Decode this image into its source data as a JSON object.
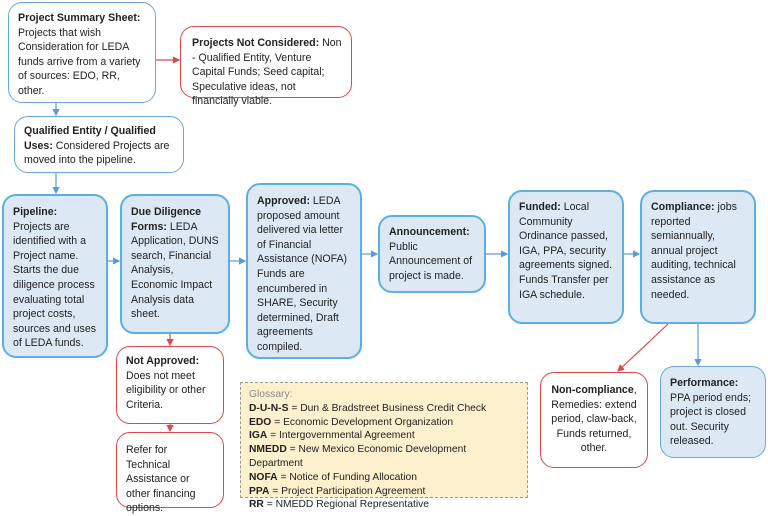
{
  "boxes": {
    "summary": {
      "label": "Project Summary Sheet:",
      "text": "Projects that wish Consideration for LEDA funds arrive from a variety of sources: EDO, RR, other."
    },
    "not_considered": {
      "label": "Projects Not Considered:",
      "text": " Non - Qualified Entity, Venture Capital Funds; Seed capital; Speculative ideas, not financially viable."
    },
    "qualified": {
      "label": "Qualified Entity / Qualified Uses:",
      "text": " Considered Projects are moved into the pipeline."
    },
    "pipeline": {
      "label": "Pipeline:",
      "text": " Projects are identified with a Project name.  Starts the due diligence process evaluating total project costs, sources and uses of LEDA funds."
    },
    "due_diligence": {
      "label": "Due Diligence Forms:",
      "text": " LEDA Application, DUNS search, Financial Analysis, Economic Impact Analysis data sheet."
    },
    "approved": {
      "label": "Approved:",
      "text": " LEDA proposed amount delivered via letter of Financial Assistance (NOFA) Funds are encumbered in SHARE, Security determined, Draft agreements compiled."
    },
    "announcement": {
      "label": "Announcement:",
      "text": " Public Announcement of project is made."
    },
    "funded": {
      "label": "Funded:",
      "text": " Local Community Ordinance passed, IGA, PPA, security agreements signed. Funds Transfer per IGA schedule."
    },
    "compliance": {
      "label": "Compliance:",
      "text": " jobs reported semiannually, annual project auditing, technical assistance as needed."
    },
    "not_approved": {
      "label": "Not Approved:",
      "text": " Does not meet eligibility or other Criteria."
    },
    "refer": {
      "label": "",
      "text": "Refer for Technical Assistance or other financing options."
    },
    "non_compliance": {
      "label": "Non-compliance",
      "text": ", Remedies: extend period, claw-back, Funds returned, other."
    },
    "performance": {
      "label": "Performance:",
      "text": " PPA period ends; project is closed out. Security released."
    }
  },
  "glossary": {
    "title": "Glossary:",
    "items": [
      {
        "term": "D-U-N-S",
        "def": " = Dun & Bradstreet Business Credit Check"
      },
      {
        "term": "EDO",
        "def": " = Economic Development Organization"
      },
      {
        "term": "IGA",
        "def": " = Intergovernmental Agreement"
      },
      {
        "term": "NMEDD",
        "def": " = New Mexico Economic Development Department"
      },
      {
        "term": "NOFA",
        "def": " = Notice of Funding Allocation"
      },
      {
        "term": "PPA",
        "def": " = Project Participation Agreement"
      },
      {
        "term": "RR",
        "def": " = NMEDD Regional Representative"
      }
    ]
  },
  "colors": {
    "flow": "#5b9bd5",
    "reject": "#e04848",
    "box_fill": "#dce9f5",
    "glossary_fill": "#fdf0cc"
  }
}
